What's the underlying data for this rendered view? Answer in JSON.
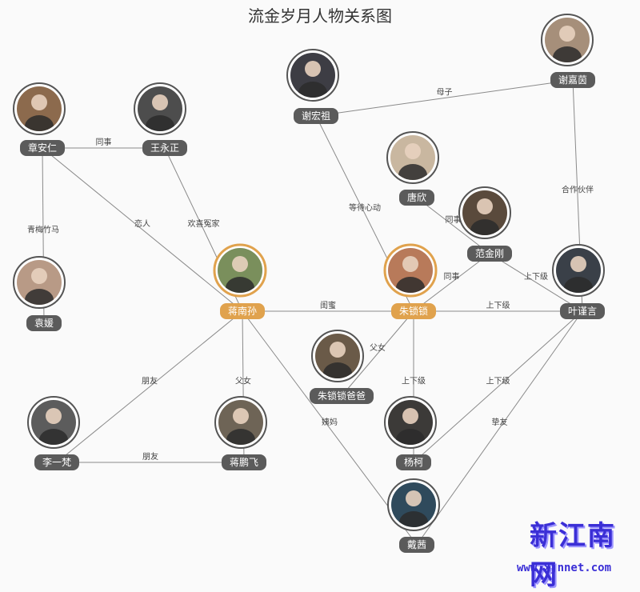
{
  "title": "流金岁月人物关系图",
  "nodes": [
    {
      "id": "zhanganren",
      "label": "章安仁",
      "main": false,
      "tone": "#8c6a4d"
    },
    {
      "id": "wangyongzheng",
      "label": "王永正",
      "main": false,
      "tone": "#4d4d4d"
    },
    {
      "id": "yuanyuan",
      "label": "袁媛",
      "main": false,
      "tone": "#b89a86"
    },
    {
      "id": "jiangnansun",
      "label": "蒋南孙",
      "main": true,
      "tone": "#7a8f5c"
    },
    {
      "id": "xiehongzu",
      "label": "谢宏祖",
      "main": false,
      "tone": "#3d3d44"
    },
    {
      "id": "xiejiayin",
      "label": "谢嘉茵",
      "main": false,
      "tone": "#a68f7a"
    },
    {
      "id": "tangxin",
      "label": "唐欣",
      "main": false,
      "tone": "#c9b7a0"
    },
    {
      "id": "fanjingang",
      "label": "范金刚",
      "main": false,
      "tone": "#5a4a3c"
    },
    {
      "id": "zhusuosuo",
      "label": "朱锁锁",
      "main": true,
      "tone": "#b87a5a"
    },
    {
      "id": "yejinyan",
      "label": "叶谨言",
      "main": false,
      "tone": "#3a4048"
    },
    {
      "id": "zhudad",
      "label": "朱锁锁爸爸",
      "main": false,
      "tone": "#6a5a48"
    },
    {
      "id": "liyifan",
      "label": "李一梵",
      "main": false,
      "tone": "#5c5c5c"
    },
    {
      "id": "jiangpengfei",
      "label": "蒋鹏飞",
      "main": false,
      "tone": "#6e6456"
    },
    {
      "id": "yangke",
      "label": "杨柯",
      "main": false,
      "tone": "#3c3a38"
    },
    {
      "id": "daiqian",
      "label": "戴茜",
      "main": false,
      "tone": "#2f4a5c"
    }
  ],
  "edges": [
    {
      "from": "zhanganren",
      "to": "wangyongzheng",
      "label": "同事"
    },
    {
      "from": "zhanganren",
      "to": "yuanyuan",
      "label": "青梅竹马"
    },
    {
      "from": "zhanganren",
      "to": "jiangnansun",
      "label": "恋人"
    },
    {
      "from": "wangyongzheng",
      "to": "jiangnansun",
      "label": "欢喜冤家"
    },
    {
      "from": "xiehongzu",
      "to": "xiejiayin",
      "label": "母子"
    },
    {
      "from": "xiehongzu",
      "to": "zhusuosuo",
      "label": "等待心动"
    },
    {
      "from": "xiejiayin",
      "to": "yejinyan",
      "label": "合作伙伴"
    },
    {
      "from": "tangxin",
      "to": "fanjingang",
      "label": "同事"
    },
    {
      "from": "fanjingang",
      "to": "zhusuosuo",
      "label": "同事"
    },
    {
      "from": "fanjingang",
      "to": "yejinyan",
      "label": "上下级"
    },
    {
      "from": "jiangnansun",
      "to": "zhusuosuo",
      "label": "闺蜜"
    },
    {
      "from": "zhusuosuo",
      "to": "yejinyan",
      "label": "上下级"
    },
    {
      "from": "zhusuosuo",
      "to": "zhudad",
      "label": "父女"
    },
    {
      "from": "zhusuosuo",
      "to": "yangke",
      "label": "上下级"
    },
    {
      "from": "yejinyan",
      "to": "yangke",
      "label": "上下级"
    },
    {
      "from": "yejinyan",
      "to": "daiqian",
      "label": "挚友"
    },
    {
      "from": "jiangnansun",
      "to": "liyifan",
      "label": "朋友"
    },
    {
      "from": "jiangnansun",
      "to": "jiangpengfei",
      "label": "父女"
    },
    {
      "from": "liyifan",
      "to": "jiangpengfei",
      "label": "朋友"
    },
    {
      "from": "daiqian",
      "to": "jiangnansun",
      "label": "姨妈",
      "arrow": true
    }
  ],
  "watermark": {
    "logo": "新江南网",
    "url": "www.xjnnet.com"
  }
}
